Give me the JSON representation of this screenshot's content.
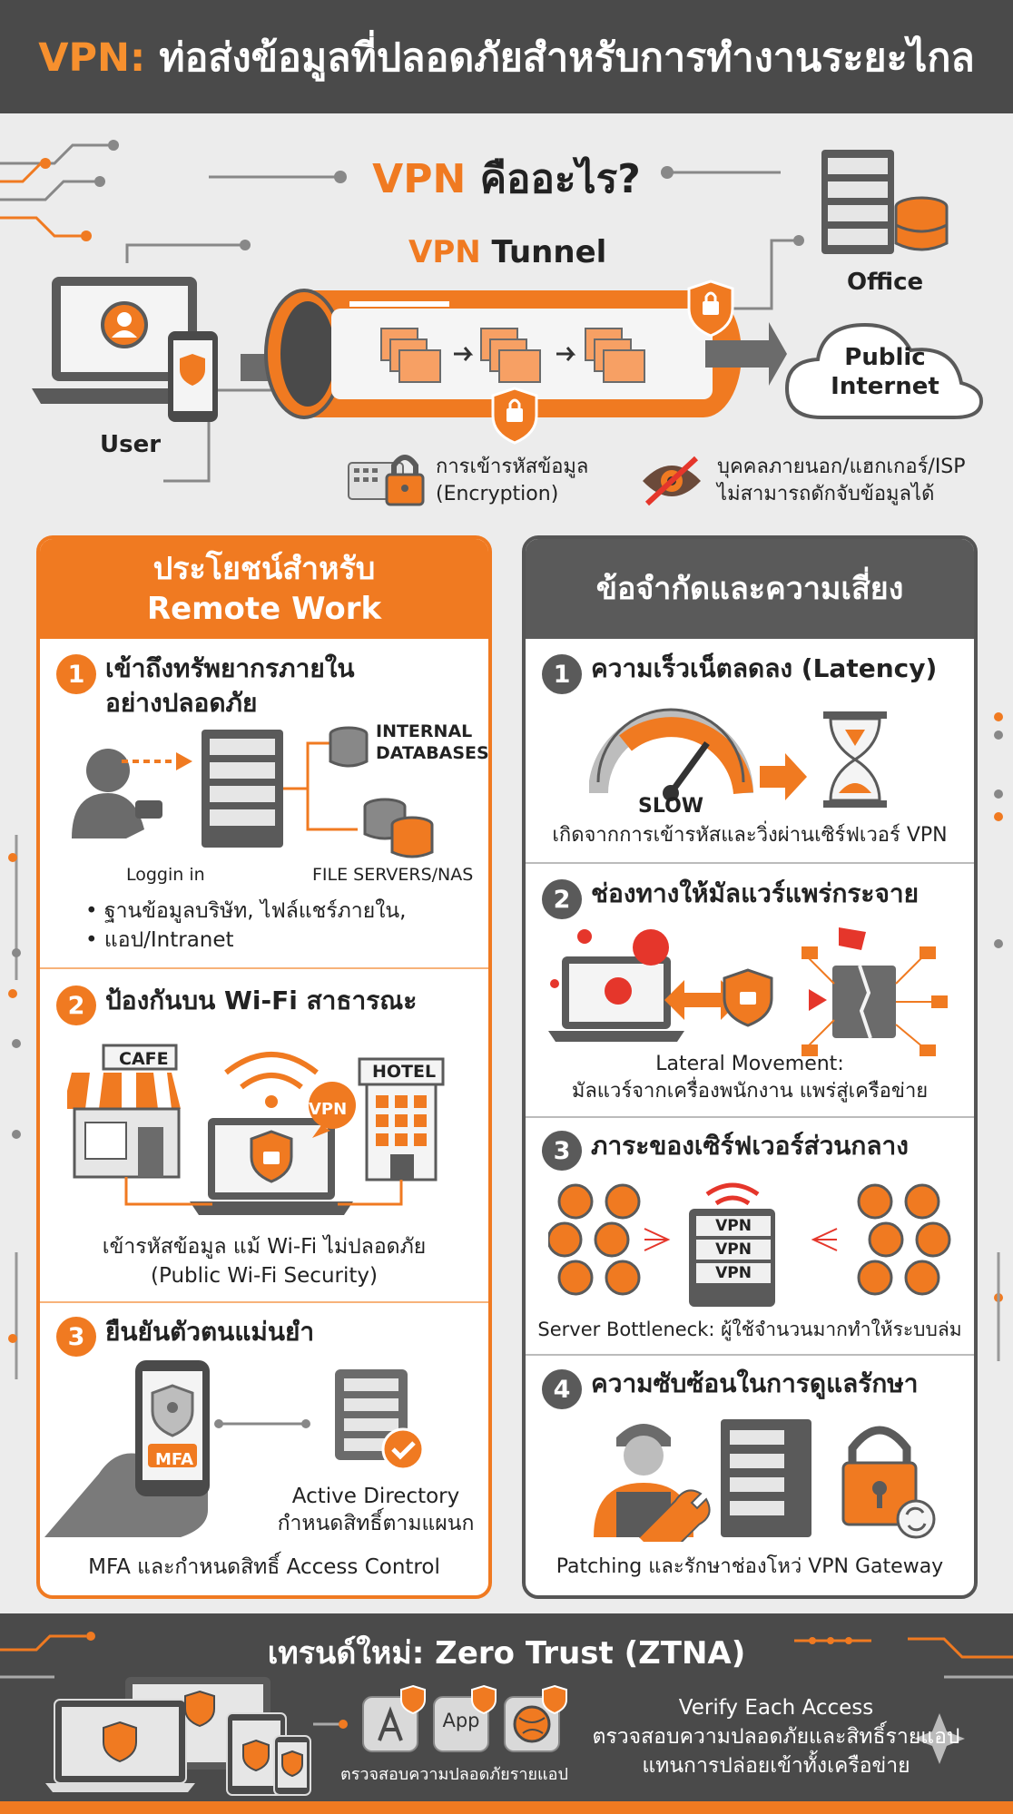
{
  "header": {
    "title_prefix": "VPN:",
    "title_rest": " ท่อส่งข้อมูลที่ปลอดภัยสำหรับการทำงานระยะไกล"
  },
  "what": {
    "heading_prefix": "VPN",
    "heading_rest": " คืออะไร?",
    "tunnel_prefix": "VPN",
    "tunnel_rest": " Tunnel",
    "user": "User",
    "office": "Office",
    "internet_line1": "Public",
    "internet_line2": "Internet",
    "enc_line1": "การเข้ารหัสข้อมูล",
    "enc_line2": "(Encryption)",
    "isp_line1": "บุคคลภายนอก/แฮกเกอร์/ISP",
    "isp_line2": "ไม่สามารถดักจับข้อมูลได้"
  },
  "benefits": {
    "head_line1": "ประโยชน์สำหรับ",
    "head_line2": "Remote Work",
    "item1": {
      "num": "1",
      "title_line1": "เข้าถึงทรัพยากรภายใน",
      "title_line2": "อย่างปลอดภัย",
      "db_line1": "INTERNAL",
      "db_line2": "DATABASES",
      "login": "Loggin in",
      "files": "FILE SERVERS/NAS",
      "bullets": [
        "ฐานข้อมูลบริษัท, ไฟล์แชร์ภายใน,",
        "แอป/Intranet"
      ]
    },
    "item2": {
      "num": "2",
      "title": "ป้องกันบน Wi-Fi สาธารณะ",
      "cafe": "CAFE",
      "hotel": "HOTEL",
      "vpn_badge": "VPN",
      "cap_line1": "เข้ารหัสข้อมูล แม้ Wi-Fi ไม่ปลอดภัย",
      "cap_line2": "(Public Wi-Fi Security)"
    },
    "item3": {
      "num": "3",
      "title": "ยืนยันตัวตนแม่นยำ",
      "mfa": "MFA",
      "ad_line1": "Active Directory",
      "ad_line2": "กำหนดสิทธิ์ตามแผนก",
      "caption": "MFA และกำหนดสิทธิ์ Access Control"
    }
  },
  "risks": {
    "head": "ข้อจำกัดและความเสี่ยง",
    "item1": {
      "num": "1",
      "title": "ความเร็วเน็ตลดลง (Latency)",
      "slow": "SLOW",
      "caption": "เกิดจากการเข้ารหัสและวิ่งผ่านเซิร์ฟเวอร์ VPN"
    },
    "item2": {
      "num": "2",
      "title": "ช่องทางให้มัลแวร์แพร่กระจาย",
      "cap_line1": "Lateral Movement:",
      "cap_line2": "มัลแวร์จากเครื่องพนักงาน แพร่สู่เครือข่าย"
    },
    "item3": {
      "num": "3",
      "title": "ภาระของเซิร์ฟเวอร์ส่วนกลาง",
      "vpn_labels": [
        "VPN",
        "VPN",
        "VPN"
      ],
      "caption": "Server Bottleneck: ผู้ใช้จำนวนมากทำให้ระบบล่ม"
    },
    "item4": {
      "num": "4",
      "title": "ความซับซ้อนในการดูแลรักษา",
      "caption": "Patching และรักษาช่องโหว่ VPN Gateway"
    }
  },
  "footer": {
    "title": "เทรนด์ใหม่: Zero Trust (ZTNA)",
    "app_label": "App",
    "apps_caption": "ตรวจสอบความปลอดภัยรายแอป",
    "verify_line1": "Verify Each Access",
    "verify_line2": "ตรวจสอบความปลอดภัยและสิทธิ์รายแอป",
    "verify_line3": "แทนการปล่อยเข้าทั้งเครือข่าย"
  },
  "colors": {
    "accent": "#f07a21",
    "dark": "#4a4a4a",
    "gray": "#5a5a5a",
    "danger": "#e5362b"
  }
}
